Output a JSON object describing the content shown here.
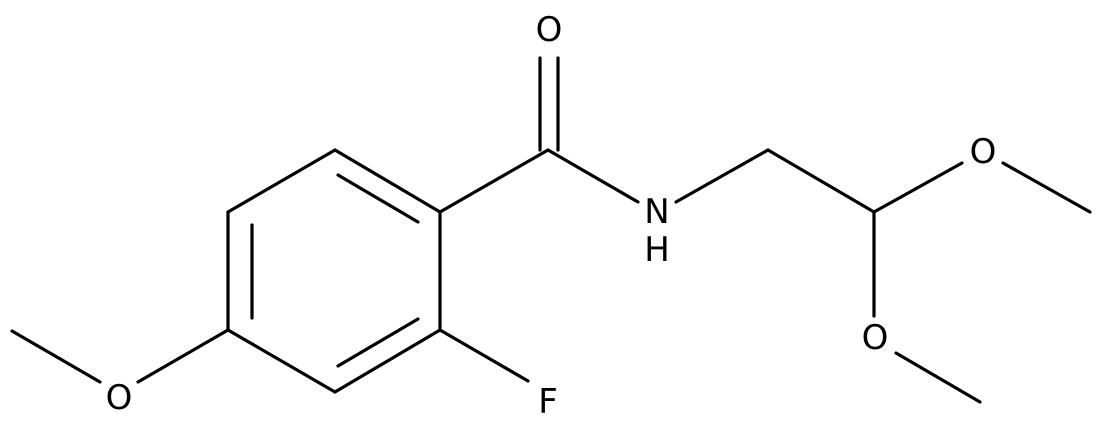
{
  "molecule": {
    "atoms": {
      "carbonyl_oxygen": "O",
      "amide_nitrogen": "N",
      "amide_hydrogen": "H",
      "fluorine": "F",
      "aryl_methoxy_oxygen": "O",
      "acetal_oxygen_upper": "O",
      "acetal_oxygen_lower": "O"
    },
    "colors": {
      "bond": "#000000",
      "label": "#000000",
      "background": "#ffffff"
    }
  }
}
